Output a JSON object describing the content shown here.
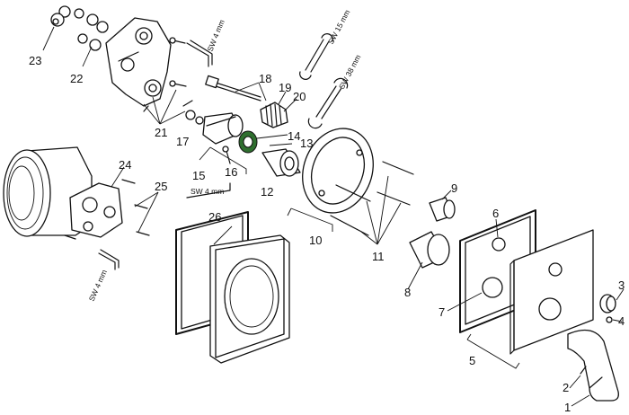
{
  "part_labels": {
    "p1": "1",
    "p2": "2",
    "p3": "3",
    "p4": "4",
    "p5": "5",
    "p6": "6",
    "p7": "7",
    "p8": "8",
    "p9": "9",
    "p10": "10",
    "p11": "11",
    "p12": "12",
    "p13": "13",
    "p14": "14",
    "p15": "15",
    "p16": "16",
    "p17": "17",
    "p18": "18",
    "p19": "19",
    "p20": "20",
    "p21": "21",
    "p22": "22",
    "p23": "23",
    "p24": "24",
    "p25": "25",
    "p26": "26"
  },
  "tool_labels": {
    "hex_key_top": "SW 4 mm",
    "wrench_15": "SW 15 mm",
    "wrench_38": "SW 38 mm",
    "hex_key_mid": "SW 4 mm",
    "hex_key_left": "SW 4 mm"
  },
  "colors": {
    "line": "#111111",
    "accent_green": "#3a8a3a",
    "background": "#ffffff"
  }
}
